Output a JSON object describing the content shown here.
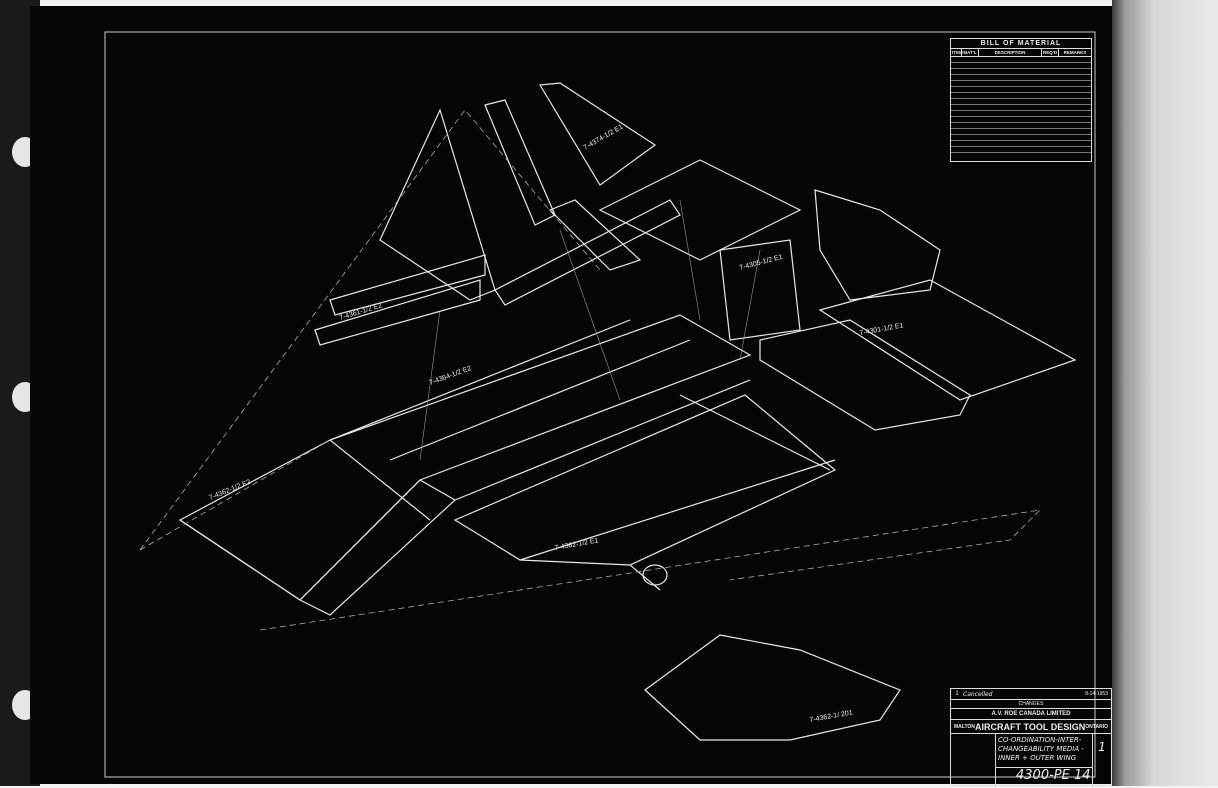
{
  "bill_of_material": {
    "title": "BILL OF MATERIAL",
    "columns": [
      "ITEM",
      "MAT'L",
      "DESCRIPTION",
      "REQ'D",
      "REMARKS"
    ]
  },
  "title_block": {
    "revision": "1",
    "revision_note": "Cancelled",
    "changes_label": "CHANGES",
    "company": "A.V. ROE CANADA LIMITED",
    "city": "MALTON",
    "department": "AIRCRAFT TOOL DESIGN",
    "province": "ONTARIO",
    "title_line_1": "CO-ORDINATION-INTER-",
    "title_line_2": "CHANGEABILITY MEDIA -",
    "title_line_3": "INNER + OUTER WING",
    "sheet": "1",
    "date": "8-14-1953",
    "drawing_number": "4300-PE 14"
  },
  "part_labels": [
    "7-4374-1/2 E1",
    "7-4361-1/2 E2",
    "7-4362-1/2 E2",
    "7-4305-1/2 E1",
    "7-4301-1/2 E1",
    "7-4362-1/2 E1",
    "7-4364-1/2 E2",
    "7-4362-1/ 201"
  ]
}
